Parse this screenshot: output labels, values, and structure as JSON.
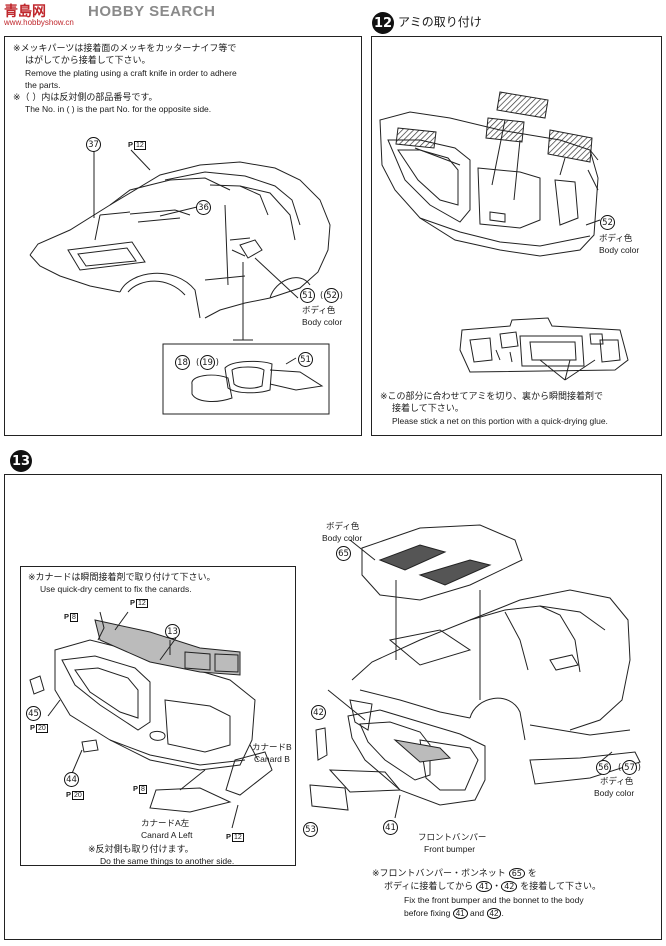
{
  "header": {
    "brand_cn": "青島网",
    "brand_url": "www.hobbyshow.cn",
    "brand_text": "HOBBY SEARCH"
  },
  "step12": {
    "number": "12",
    "title": "アミの取り付け",
    "parts": {
      "bumper": "52"
    },
    "body_color_jp": "ボディ色",
    "body_color_en": "Body color",
    "note_jp_1": "※この部分に合わせてアミを切り、裏から瞬間接着剤で",
    "note_jp_2": "接着して下さい。",
    "note_en": "Please stick a net on this portion with a quick-drying glue."
  },
  "step11": {
    "note1_jp_1": "※メッキパーツは接着面のメッキをカッターナイフ等で",
    "note1_jp_2": "はがしてから接着して下さい。",
    "note1_en_1": "Remove the plating using a craft knife in order to adhere",
    "note1_en_2": "the parts.",
    "note2_jp": "※（  ）内は反対側の部品番号です。",
    "note2_en": "The No. in (  ) is the part No. for the opposite side.",
    "parts": {
      "p37": "37",
      "p36": "36",
      "p51": "51",
      "p52": "52",
      "p18": "18",
      "p19": "19",
      "p51b": "51"
    },
    "ptag": "P",
    "ptag_num": "12",
    "body_color_jp": "ボディ色",
    "body_color_en": "Body color"
  },
  "step13": {
    "number": "13",
    "inset": {
      "note_jp": "※カナードは瞬間接着剤で取り付けて下さい。",
      "note_en": "Use quick-dry cement to fix the canards.",
      "canard_b_jp": "カナードB",
      "canard_b_en": "Canard B",
      "canard_a_jp": "カナードA左",
      "canard_a_en": "Canard A Left",
      "opp_jp": "※反対側も取り付けます。",
      "opp_en": "Do the same things to another side.",
      "parts": {
        "p13": "13",
        "p45": "45",
        "p44": "44"
      },
      "tags": {
        "t1": "8",
        "t2": "12",
        "t3": "20",
        "t4": "20",
        "t5": "8",
        "t6": "12"
      }
    },
    "main": {
      "body_color_jp": "ボディ色",
      "body_color_en": "Body color",
      "parts": {
        "p65": "65",
        "p42": "42",
        "p53": "53",
        "p41": "41",
        "p56": "56",
        "p57": "57"
      },
      "side_body_color_jp": "ボディ色",
      "side_body_color_en": "Body color",
      "front_bumper_jp": "フロントバンパー",
      "front_bumper_en": "Front bumper",
      "note_jp_1": "※フロントバンパー・ボンネット",
      "note_jp_ref": "65",
      "note_jp_2": "を",
      "note_jp_3": "ボディに接着してから",
      "note_jp_4": "41",
      "note_jp_5": "・",
      "note_jp_6": "42",
      "note_jp_7": "を接着して下さい。",
      "note_en_1": "Fix the front bumper and the bonnet  to the body",
      "note_en_2": "before fixing",
      "note_en_3": "41",
      "note_en_4": "and",
      "note_en_5": "42",
      "note_en_6": "."
    }
  }
}
